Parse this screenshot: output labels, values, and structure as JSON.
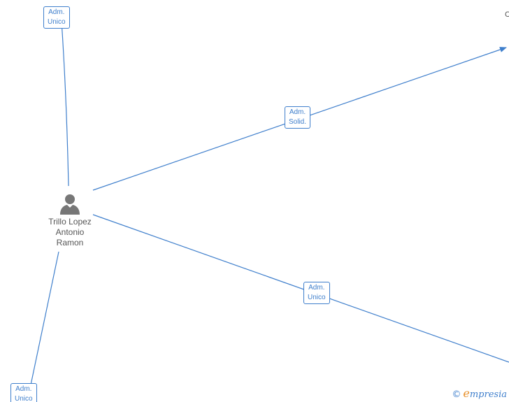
{
  "person": {
    "name_lines": [
      "Trillo Lopez",
      "Antonio",
      "Ramon"
    ],
    "icon": "person-silhouette-icon"
  },
  "edges": [
    {
      "label_lines": [
        "Adm.",
        "Unico"
      ]
    },
    {
      "label_lines": [
        "Adm.",
        "Solid."
      ]
    },
    {
      "label_lines": [
        "Adm.",
        "Unico"
      ]
    },
    {
      "label_lines": [
        "Adm.",
        "Unico"
      ]
    }
  ],
  "corner_text": "C",
  "watermark": {
    "copyright": "©",
    "brand_initial": "e",
    "brand_rest": "mpresia"
  },
  "colors": {
    "edge": "#3f7fcc",
    "node_text": "#555555",
    "icon": "#777777",
    "brand_accent": "#e8902a"
  }
}
